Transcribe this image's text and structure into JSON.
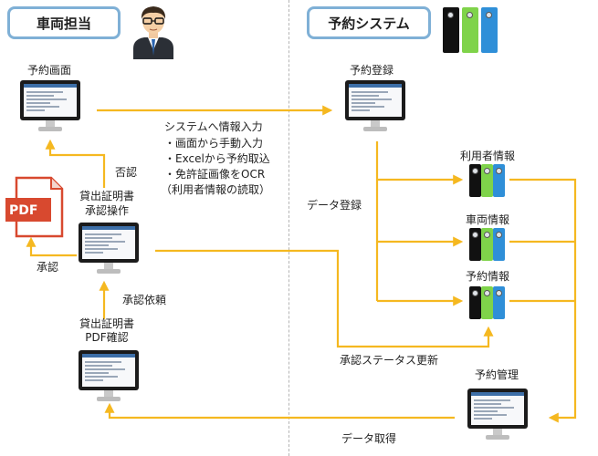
{
  "sections": {
    "left_title": "車両担当",
    "right_title": "予約システム"
  },
  "nodes": {
    "reservation_screen": "予約画面",
    "reservation_register": "予約登録",
    "loan_cert_approval": [
      "貸出証明書",
      "承認操作"
    ],
    "loan_cert_pdf_check": [
      "貸出証明書",
      "PDF確認"
    ],
    "user_info": "利用者情報",
    "vehicle_info": "車両情報",
    "reservation_info": "予約情報",
    "reservation_manage": "予約管理",
    "pdf_label": "PDF"
  },
  "edges": {
    "reject": "否認",
    "approve": "承認",
    "request_approval": "承認依頼",
    "data_register": "データ登録",
    "approval_status_update": "承認ステータス更新",
    "data_fetch": "データ取得"
  },
  "input_note": [
    "システムへ情報入力",
    "・画面から手動入力",
    "・Excelから予約取込",
    "・免許証画像をOCR",
    "（利用者情報の読取）"
  ],
  "colors": {
    "arrow": "#f5b820",
    "section_border": "#7fb0d6",
    "pdf_red": "#d8492f",
    "db_black": "#111111",
    "db_green": "#7fd34a",
    "db_blue": "#2f8fd8"
  }
}
